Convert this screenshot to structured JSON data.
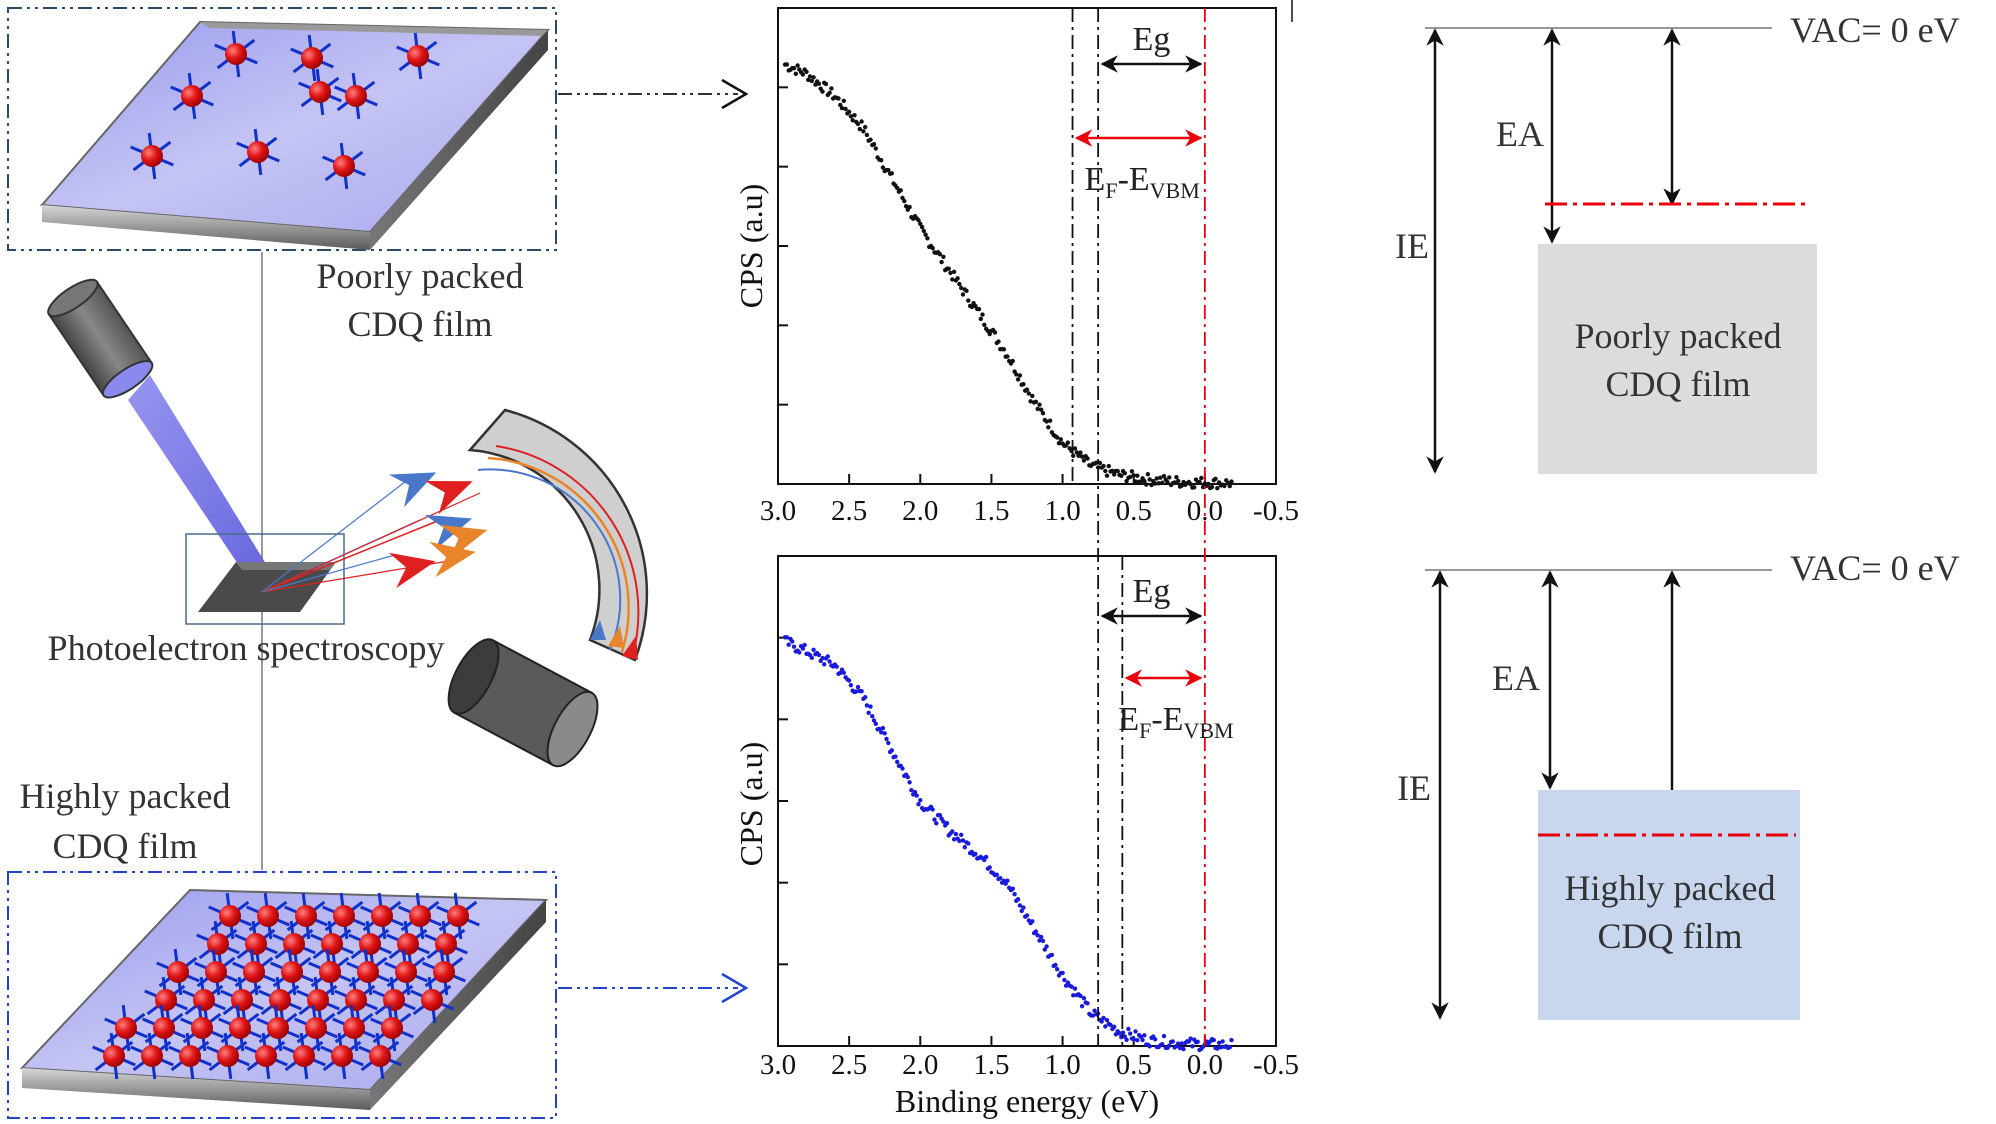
{
  "left_panel": {
    "poor_film_label": [
      "Poorly packed",
      "CDQ film"
    ],
    "technique_label": "Photoelectron spectroscopy",
    "high_film_label": [
      "Highly packed",
      "CDQ film"
    ]
  },
  "spectra": {
    "top": {
      "ylabel": "CPS (a.u)",
      "eg_label": "Eg",
      "ef_label_main": "E",
      "ef_sub1": "F",
      "ef_mid": "-E",
      "ef_sub2": "VBM",
      "ef_marker": 0.0,
      "eg_edge": 0.75,
      "ef_edge": 0.93,
      "series_color": "#111111"
    },
    "bottom": {
      "ylabel": "CPS (a.u)",
      "xlabel": "Binding energy (eV)",
      "eg_label": "Eg",
      "ef_label_main": "E",
      "ef_sub1": "F",
      "ef_mid": "-E",
      "ef_sub2": "VBM",
      "ef_marker": 0.0,
      "eg_edge": 0.75,
      "ef_edge": 0.58,
      "series_color": "#1a1adb"
    },
    "x_ticks": [
      "3.0",
      "2.5",
      "2.0",
      "1.5",
      "1.0",
      "0.5",
      "0.0",
      "-0.5"
    ],
    "x_tick_values": [
      3.0,
      2.5,
      2.0,
      1.5,
      1.0,
      0.5,
      0.0,
      -0.5
    ],
    "xlim": [
      3.0,
      -0.5
    ]
  },
  "chart_data": [
    {
      "type": "scatter",
      "xlabel": "",
      "ylabel": "CPS (a.u)",
      "xlim": [
        3.0,
        -0.5
      ],
      "x": [
        2.95,
        2.8,
        2.6,
        2.4,
        2.2,
        2.0,
        1.8,
        1.6,
        1.4,
        1.2,
        1.0,
        0.8,
        0.6,
        0.4,
        0.2,
        0.0,
        -0.2
      ],
      "y": [
        0.92,
        0.9,
        0.85,
        0.78,
        0.67,
        0.56,
        0.47,
        0.38,
        0.29,
        0.18,
        0.09,
        0.04,
        0.02,
        0.01,
        0.005,
        0.003,
        0.002
      ]
    },
    {
      "type": "scatter",
      "xlabel": "Binding energy (eV)",
      "ylabel": "CPS (a.u)",
      "xlim": [
        3.0,
        -0.5
      ],
      "x": [
        2.95,
        2.8,
        2.6,
        2.4,
        2.2,
        2.0,
        1.8,
        1.6,
        1.4,
        1.2,
        1.0,
        0.8,
        0.6,
        0.4,
        0.2,
        0.0,
        -0.2
      ],
      "y": [
        0.86,
        0.84,
        0.81,
        0.74,
        0.63,
        0.52,
        0.46,
        0.41,
        0.35,
        0.25,
        0.15,
        0.07,
        0.03,
        0.012,
        0.006,
        0.003,
        0.002
      ]
    }
  ],
  "energy_diagrams": {
    "top": {
      "vac_label": "VAC= 0 eV",
      "ea_label": "EA",
      "ie_label": "IE",
      "box_label": [
        "Poorly packed",
        "CDQ film"
      ],
      "box_color": "#dcdcdc"
    },
    "bottom": {
      "vac_label": "VAC= 0 eV",
      "ea_label": "EA",
      "ie_label": "IE",
      "box_label": [
        "Highly packed",
        "CDQ film"
      ],
      "box_color": "#c8d6ee"
    }
  },
  "colors": {
    "fermi_line": "#e8000b",
    "film_surface": "#b8b8ee",
    "qd": "#dd1111",
    "ligand": "#1030cc"
  }
}
